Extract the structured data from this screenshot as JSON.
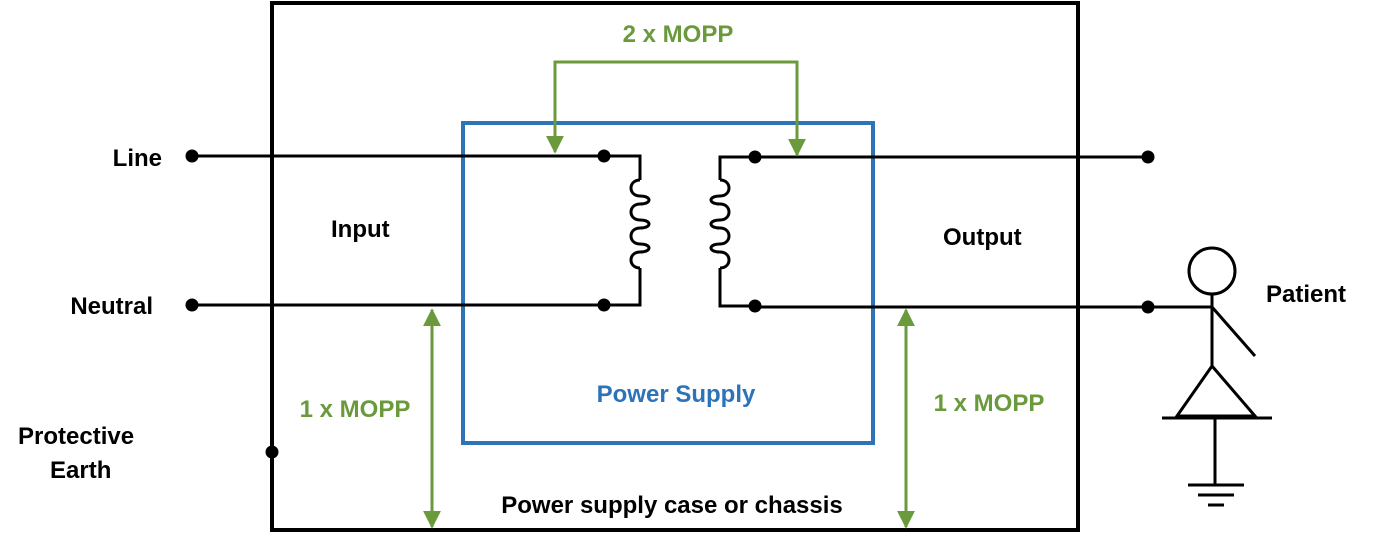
{
  "labels": {
    "line": "Line",
    "neutral": "Neutral",
    "protective_earth_line1": "Protective",
    "protective_earth_line2": "Earth",
    "input": "Input",
    "output": "Output",
    "patient": "Patient",
    "power_supply": "Power Supply",
    "case": "Power supply case or chassis",
    "mopp_top": "2 x MOPP",
    "mopp_left": "1 x MOPP",
    "mopp_right": "1 x MOPP"
  },
  "colors": {
    "wire": "#000000",
    "mopp": "#6a9a3c",
    "power_supply": "#2c73b8"
  }
}
